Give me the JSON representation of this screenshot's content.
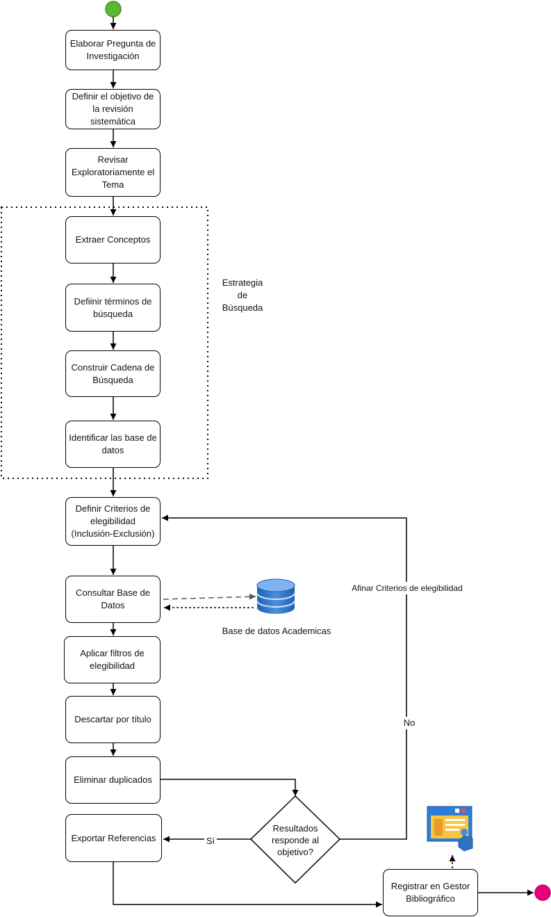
{
  "nodes": {
    "elaborar": "Elaborar Pregunta de Investigación",
    "definir_objetivo": "Definir el objetivo de la revisión sistemática",
    "revisar": "Revisar Exploratoriamente el Tema",
    "extraer": "Extraer Conceptos",
    "definir_terminos": "Defiinir términos de búsqueda",
    "construir": "Construir Cadena de Búsqueda",
    "identificar": "Identificar las base de datos",
    "criterios": "Definir Criterios de elegibilidad (Inclusión-Exclusión)",
    "consultar": "Consultar Base de Datos",
    "aplicar": "Aplicar filtros de elegibilidad",
    "descartar": "Descartar por título",
    "eliminar": "Eliminar duplicados",
    "exportar": "Exportar Referencias",
    "registrar": "Registrar en Gestor Bibliográfico",
    "decision": "Resultados responde al objetivo?"
  },
  "labels": {
    "estrategia": "Estrategia de Búsqueda",
    "base_datos": "Base de datos Academicas",
    "afinar": "Afinar Criterios de elegibilidad",
    "no": "No",
    "si": "Sí"
  },
  "icons": {
    "start": "start-node-icon",
    "end": "end-node-icon",
    "database": "database-icon",
    "reference_manager": "reference-manager-icon"
  },
  "colors": {
    "start": "#5cb82f",
    "end": "#e6007e",
    "database": "#2f6fc3",
    "stroke": "#000000"
  }
}
